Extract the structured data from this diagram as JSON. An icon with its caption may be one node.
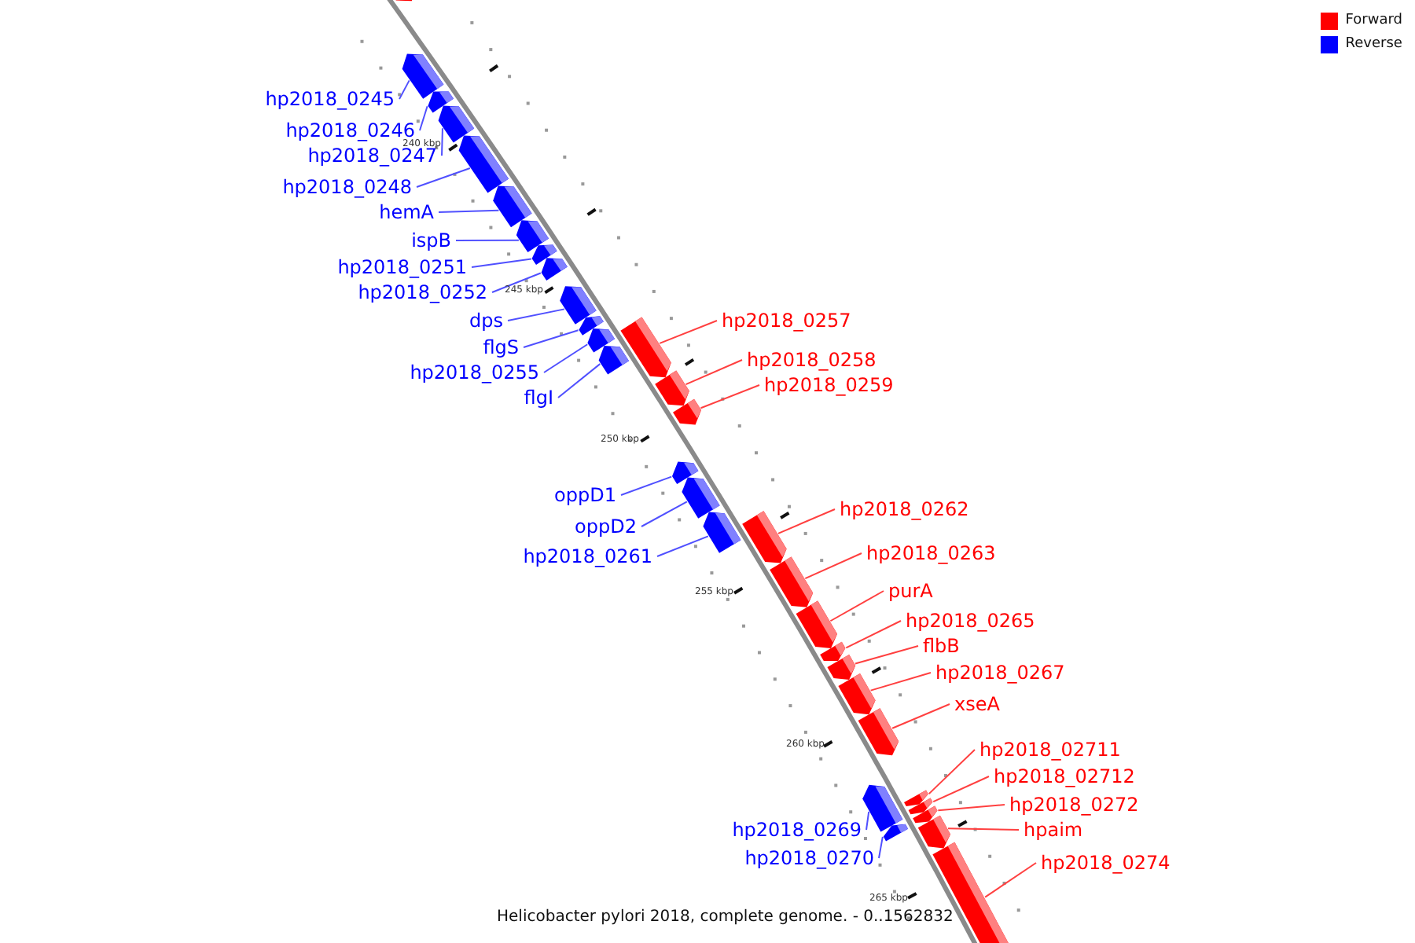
{
  "diagram": {
    "caption": "Helicobacter pylori 2018, complete genome. - 0..1562832",
    "nodes": [
      {
        "text": [],
        "shape": "bar"
      },
      {
        "text": [
          "hp2018_0245"
        ]
      },
      {
        "text": [],
        "shape": "bar"
      },
      {
        "text": [
          "hp2018_0246"
        ]
      },
      {
        "text": [],
        "shape": "bar"
      },
      {
        "text": [
          "hp2018_0247"
        ]
      },
      {
        "text": [],
        "shape": "bar"
      },
      {
        "text": [
          "hp2018_0248"
        ]
      },
      {
        "text": [],
        "shape": "bar"
      },
      {
        "text": [
          "hemA"
        ]
      },
      {
        "text": [],
        "shape": "bar"
      },
      {
        "text": [
          "ispB"
        ]
      },
      {
        "text": [],
        "shape": "bar"
      },
      {
        "text": [
          "hp2018_0251"
        ]
      },
      {
        "text": [],
        "shape": "bar"
      },
      {
        "text": [
          "hp2018_0252"
        ]
      },
      {
        "text": [],
        "shape": "bar"
      },
      {
        "text": [
          "dps"
        ]
      },
      {
        "text": [],
        "shape": "bar"
      },
      {
        "text": [
          "flgS"
        ]
      },
      {
        "text": [],
        "shape": "bar"
      },
      {
        "text": [
          "hp2018_0255"
        ]
      },
      {
        "text": [],
        "shape": "bar"
      },
      {
        "text": [
          "flgI"
        ]
      },
      {
        "text": [],
        "shape": "bar"
      },
      {
        "text": [
          "hp2018_0257"
        ]
      },
      {
        "text": [],
        "shape": "bar"
      },
      {
        "text": [
          "hp2018_0258"
        ]
      },
      {
        "text": [],
        "shape": "bar"
      },
      {
        "text": [
          "hp2018_0259"
        ]
      },
      {
        "text": [],
        "shape": "bar"
      },
      {
        "text": [
          "oppD1"
        ]
      },
      {
        "text": [],
        "shape": "bar"
      },
      {
        "text": [
          "oppD2"
        ]
      },
      {
        "text": [],
        "shape": "bar"
      },
      {
        "text": [
          "hp2018_0261"
        ]
      },
      {
        "text": [],
        "shape": "bar"
      },
      {
        "text": [
          "hp2018_0262"
        ]
      },
      {
        "text": [],
        "shape": "bar"
      },
      {
        "text": [
          "hp2018_0263"
        ]
      },
      {
        "text": [],
        "shape": "bar"
      },
      {
        "text": [
          "purA"
        ]
      },
      {
        "text": [],
        "shape": "bar"
      },
      {
        "text": [
          "hp2018_0265"
        ]
      },
      {
        "text": [],
        "shape": "bar"
      },
      {
        "text": [
          "flbB"
        ]
      },
      {
        "text": [],
        "shape": "bar"
      },
      {
        "text": [
          "hp2018_0267"
        ]
      },
      {
        "text": [],
        "shape": "bar"
      },
      {
        "text": [
          "xseA"
        ]
      },
      {
        "text": [],
        "shape": "bar"
      },
      {
        "text": [
          "hp2018_02711"
        ]
      },
      {
        "text": [],
        "shape": "bar"
      },
      {
        "text": [
          "hp2018_02712"
        ]
      },
      {
        "text": [],
        "shape": "bar"
      },
      {
        "text": [
          "hp2018_0272"
        ]
      },
      {
        "text": [],
        "shape": "bar"
      },
      {
        "text": [
          "hpaim"
        ]
      },
      {
        "text": [],
        "shape": "bar"
      },
      {
        "text": [
          "hp2018_0274"
        ]
      },
      {
        "text": [],
        "shape": "bar"
      },
      {
        "text": [
          "hp2018_0269"
        ]
      },
      {
        "text": [],
        "shape": "bar"
      },
      {
        "text": [
          "hp2018_0270"
        ]
      },
      {
        "text": [],
        "shape": "bar"
      }
    ],
    "edges": [
      {
        "from": 1,
        "to": 2,
        "arrow": "none"
      },
      {
        "from": 3,
        "to": 4,
        "arrow": "none"
      },
      {
        "from": 5,
        "to": 6,
        "arrow": "none"
      },
      {
        "from": 7,
        "to": 8,
        "arrow": "none"
      },
      {
        "from": 9,
        "to": 10,
        "arrow": "none"
      },
      {
        "from": 11,
        "to": 12,
        "arrow": "none"
      },
      {
        "from": 13,
        "to": 14,
        "arrow": "none"
      },
      {
        "from": 15,
        "to": 16,
        "arrow": "none"
      },
      {
        "from": 17,
        "to": 18,
        "arrow": "none"
      },
      {
        "from": 19,
        "to": 20,
        "arrow": "none"
      },
      {
        "from": 21,
        "to": 22,
        "arrow": "none"
      },
      {
        "from": 23,
        "to": 24,
        "arrow": "none"
      },
      {
        "from": 25,
        "to": 26,
        "arrow": "none",
        "color": "#ff4040"
      },
      {
        "from": 27,
        "to": 28,
        "arrow": "none",
        "color": "#ff4040"
      },
      {
        "from": 29,
        "to": 30,
        "arrow": "none",
        "color": "#ff4040"
      },
      {
        "from": 31,
        "to": 32,
        "arrow": "none"
      },
      {
        "from": 33,
        "to": 34,
        "arrow": "none"
      },
      {
        "from": 35,
        "to": 36,
        "arrow": "none"
      },
      {
        "from": 37,
        "to": 38,
        "arrow": "none",
        "color": "#ff4040"
      },
      {
        "from": 39,
        "to": 40,
        "arrow": "none",
        "color": "#ff4040"
      },
      {
        "from": 41,
        "to": 42,
        "arrow": "none",
        "color": "#ff4040"
      },
      {
        "from": 43,
        "to": 44,
        "arrow": "none",
        "color": "#ff4040"
      },
      {
        "from": 45,
        "to": 46,
        "arrow": "none",
        "color": "#ff4040"
      },
      {
        "from": 47,
        "to": 48,
        "arrow": "none",
        "color": "#ff4040"
      },
      {
        "from": 49,
        "to": 50,
        "arrow": "none",
        "color": "#ff4040"
      },
      {
        "from": 51,
        "to": 52,
        "arrow": "none",
        "color": "#ff4040"
      },
      {
        "from": 53,
        "to": 54,
        "arrow": "none",
        "color": "#ff4040"
      },
      {
        "from": 55,
        "to": 56,
        "arrow": "none",
        "color": "#ff4040"
      },
      {
        "from": 57,
        "to": 58,
        "arrow": "none",
        "color": "#ff4040"
      },
      {
        "from": 59,
        "to": 60,
        "arrow": "none",
        "color": "#ff4040"
      },
      {
        "from": 61,
        "to": 62,
        "arrow": "none"
      },
      {
        "from": 63,
        "to": 64,
        "arrow": "none"
      }
    ],
    "labels": [
      "240 kbp",
      "245 kbp",
      "250 kbp",
      "255 kbp",
      "260 kbp",
      "265 kbp"
    ],
    "legend": [
      {
        "text": "Forward",
        "color": "#ff0000"
      },
      {
        "text": "Reverse",
        "color": "#0000ff"
      }
    ]
  }
}
